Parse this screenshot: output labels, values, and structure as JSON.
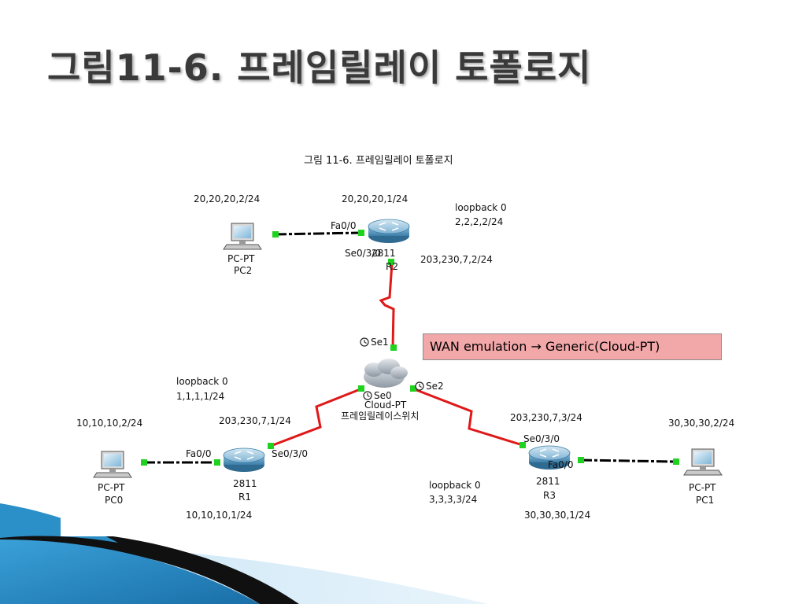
{
  "slide_title": "그림11-6. 프레임릴레이 토폴로지",
  "figure_caption": "그림 11-6. 프레임릴레이 토폴로지",
  "note": "WAN emulation → Generic(Cloud-PT)",
  "devices": {
    "pc2": {
      "type": "PC-PT",
      "name": "PC2",
      "ip": "20,20,20,2/24"
    },
    "r2": {
      "model": "2811",
      "name": "R2",
      "ip": "20,20,20,1/24",
      "fa": "Fa0/0",
      "se": "Se0/3/0",
      "se_ip": "203,230,7,2/24",
      "loopback": "loopback 0",
      "loopback_ip": "2,2,2,2/24"
    },
    "cloud": {
      "type": "Cloud-PT",
      "name": "프레임릴레이스위치",
      "se0": "Se0",
      "se1": "Se1",
      "se2": "Se2"
    },
    "r1": {
      "model": "2811",
      "name": "R1",
      "fa": "Fa0/0",
      "se": "Se0/3/0",
      "se_ip": "203,230,7,1/24",
      "fa_ip": "10,10,10,1/24",
      "loopback": "loopback 0",
      "loopback_ip": "1,1,1,1/24"
    },
    "pc0": {
      "type": "PC-PT",
      "name": "PC0",
      "ip": "10,10,10,2/24"
    },
    "r3": {
      "model": "2811",
      "name": "R3",
      "fa": "Fa0/0",
      "se": "Se0/3/0",
      "se_ip": "203,230,7,3/24",
      "fa_ip": "30,30,30,1/24",
      "loopback": "loopback 0",
      "loopback_ip": "3,3,3,3/24"
    },
    "pc1": {
      "type": "PC-PT",
      "name": "PC1",
      "ip": "30,30,30,2/24"
    }
  },
  "colors": {
    "serial_link": "#e01818",
    "ethernet_link": "#000000",
    "link_end": "#1fd21f",
    "note_bg": "#f2a7a9",
    "corner_blue": "#2b8fc8",
    "corner_light": "#a8d4ee"
  }
}
